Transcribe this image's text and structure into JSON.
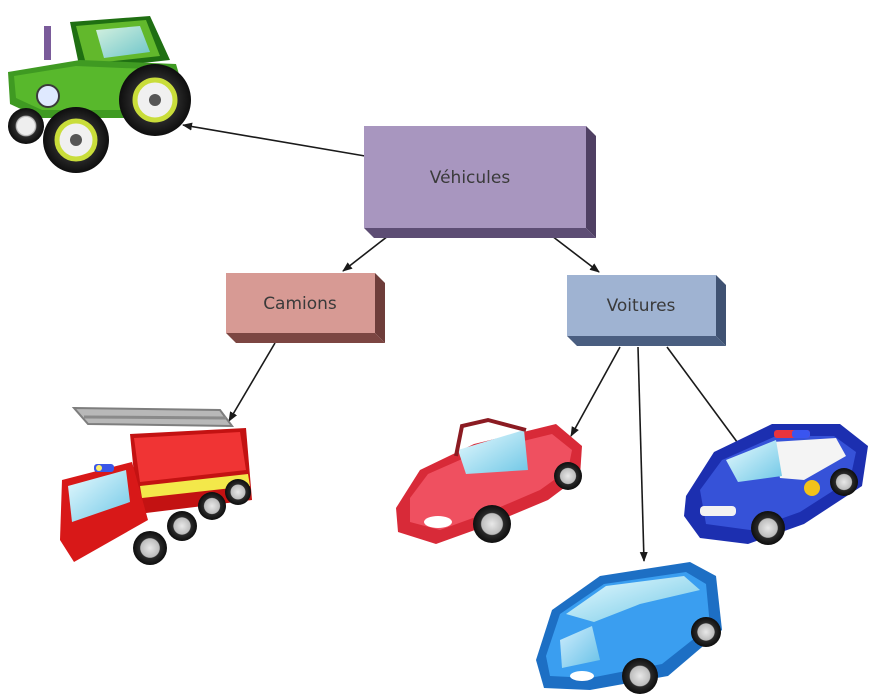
{
  "nodes": {
    "root": {
      "label": "Véhicules",
      "color": "#a896bf"
    },
    "trucks": {
      "label": "Camions",
      "color": "#d79a94"
    },
    "cars": {
      "label": "Voitures",
      "color": "#9fb3d2"
    }
  },
  "vehicles": [
    {
      "id": "tractor",
      "icon": "tractor-icon",
      "color": "#3f9a22"
    },
    {
      "id": "fire-truck",
      "icon": "fire-truck-icon",
      "color": "#e31e1e"
    },
    {
      "id": "convertible",
      "icon": "convertible-car-icon",
      "color": "#e8404a"
    },
    {
      "id": "minivan",
      "icon": "minivan-icon",
      "color": "#2f8be0"
    },
    {
      "id": "police-car",
      "icon": "police-car-icon",
      "color": "#2a3fc8"
    }
  ],
  "edges": [
    [
      "root",
      "tractor"
    ],
    [
      "root",
      "trucks"
    ],
    [
      "root",
      "cars"
    ],
    [
      "trucks",
      "fire-truck"
    ],
    [
      "cars",
      "convertible"
    ],
    [
      "cars",
      "minivan"
    ],
    [
      "cars",
      "police-car"
    ]
  ]
}
